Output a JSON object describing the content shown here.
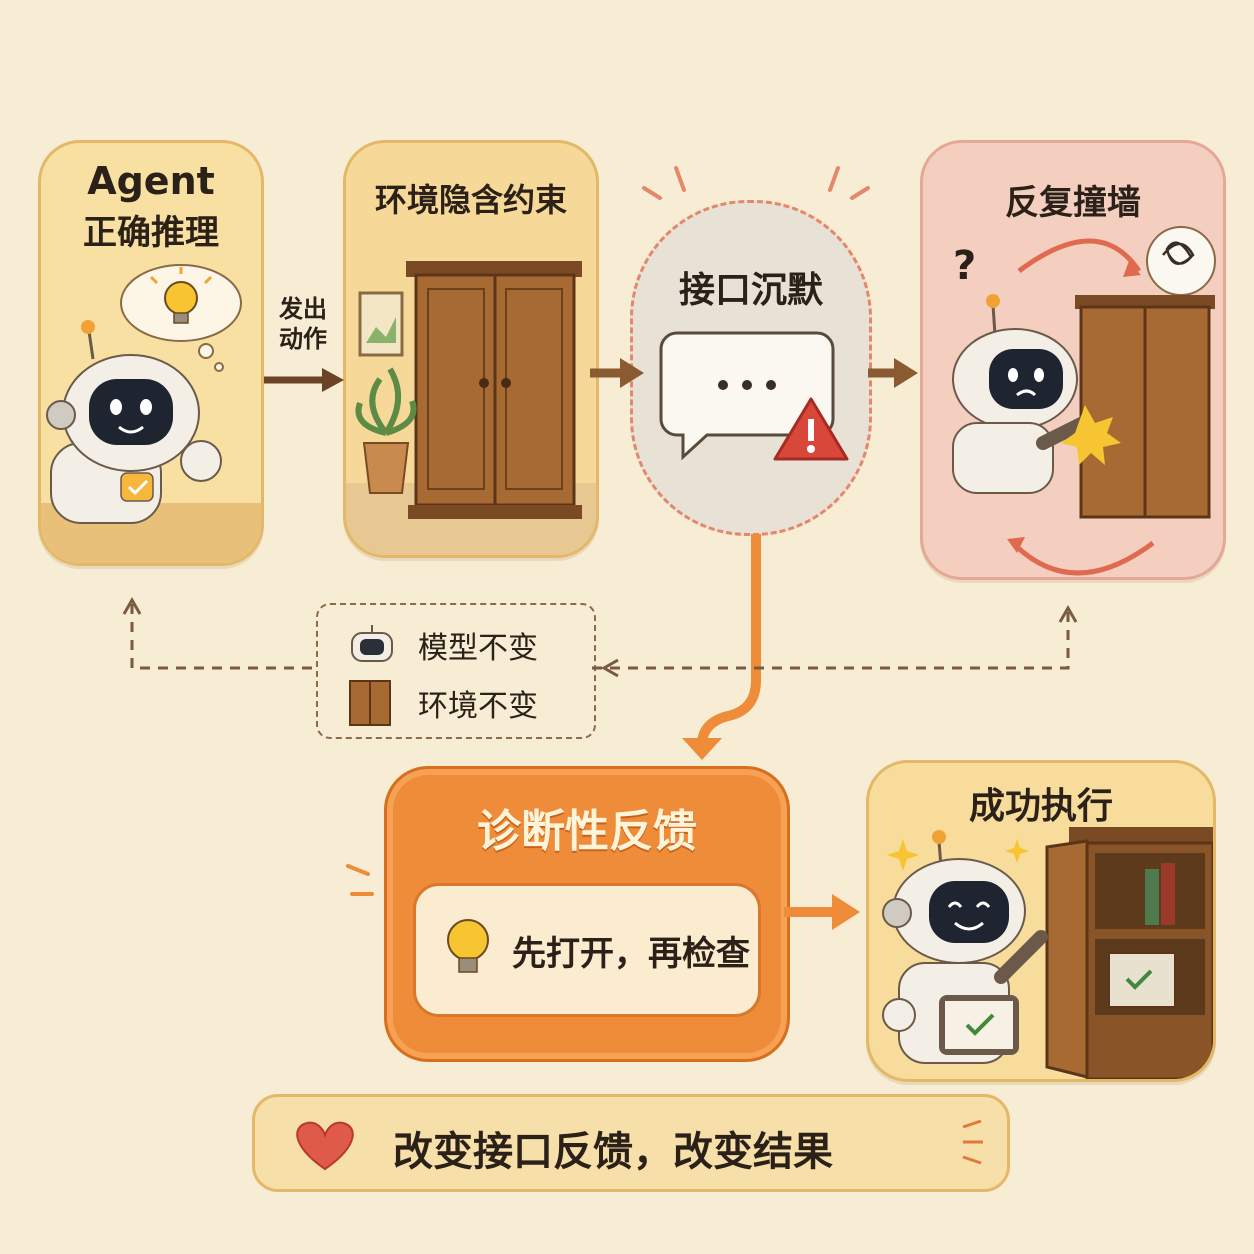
{
  "panels": {
    "agent": {
      "title_line1": "Agent",
      "title_line2": "正确推理"
    },
    "environment": {
      "title": "环境隐含约束"
    },
    "interface_silence": {
      "title": "接口沉默",
      "bubble_text": "..."
    },
    "repeat_wall": {
      "title": "反复撞墙",
      "question_mark": "?"
    },
    "diagnostic": {
      "title": "诊断性反馈",
      "hint": "先打开，再检查"
    },
    "success": {
      "title": "成功执行"
    }
  },
  "arrows": {
    "action_line1": "发出",
    "action_line2": "动作"
  },
  "legend": {
    "model_unchanged": "模型不变",
    "env_unchanged": "环境不变"
  },
  "footer": {
    "text": "改变接口反馈，改变结果"
  },
  "colors": {
    "background": "#f7ecd4",
    "accent_orange": "#ef8c39",
    "arrow_brown": "#6b4427",
    "warning_red": "#d9473a",
    "heart_red": "#e05a4a"
  },
  "icons": [
    "lightbulb-icon",
    "warning-icon",
    "heart-icon",
    "robot-icon",
    "cabinet-icon",
    "speech-bubble-icon",
    "checkmark-icon",
    "sparkle-icon",
    "tangle-icon"
  ]
}
